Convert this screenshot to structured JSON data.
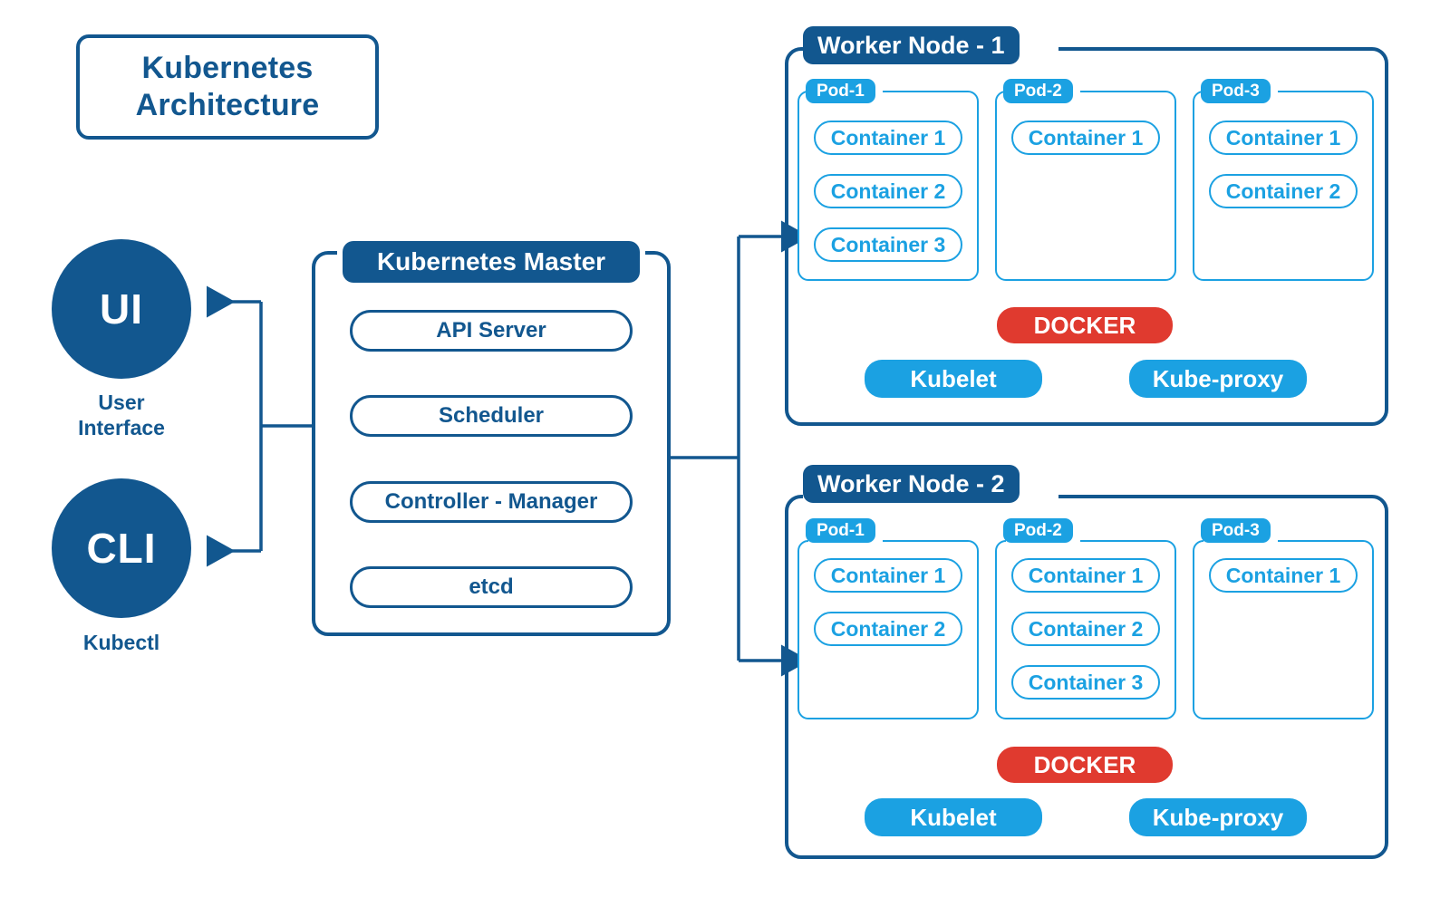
{
  "title": {
    "line1": "Kubernetes",
    "line2": "Architecture"
  },
  "colors": {
    "dark_blue": "#12578F",
    "light_blue": "#1BA1E2",
    "docker_red": "#E03A2F",
    "background": "#FFFFFF"
  },
  "clients": [
    {
      "abbr": "UI",
      "caption_line1": "User",
      "caption_line2": "Interface"
    },
    {
      "abbr": "CLI",
      "caption_line1": "Kubectl",
      "caption_line2": ""
    }
  ],
  "master": {
    "title": "Kubernetes Master",
    "components": [
      {
        "label": "API Server"
      },
      {
        "label": "Scheduler"
      },
      {
        "label": "Controller - Manager"
      },
      {
        "label": "etcd"
      }
    ]
  },
  "workers": [
    {
      "title": "Worker Node - 1",
      "pods": [
        {
          "label": "Pod-1",
          "containers": [
            "Container 1",
            "Container 2",
            "Container 3"
          ]
        },
        {
          "label": "Pod-2",
          "containers": [
            "Container 1"
          ]
        },
        {
          "label": "Pod-3",
          "containers": [
            "Container 1",
            "Container 2"
          ]
        }
      ],
      "runtime": {
        "label": "DOCKER"
      },
      "agents": [
        {
          "label": "Kubelet"
        },
        {
          "label": "Kube-proxy"
        }
      ]
    },
    {
      "title": "Worker Node - 2",
      "pods": [
        {
          "label": "Pod-1",
          "containers": [
            "Container 1",
            "Container 2"
          ]
        },
        {
          "label": "Pod-2",
          "containers": [
            "Container 1",
            "Container 2",
            "Container 3"
          ]
        },
        {
          "label": "Pod-3",
          "containers": [
            "Container 1"
          ]
        }
      ],
      "runtime": {
        "label": "DOCKER"
      },
      "agents": [
        {
          "label": "Kubelet"
        },
        {
          "label": "Kube-proxy"
        }
      ]
    }
  ]
}
